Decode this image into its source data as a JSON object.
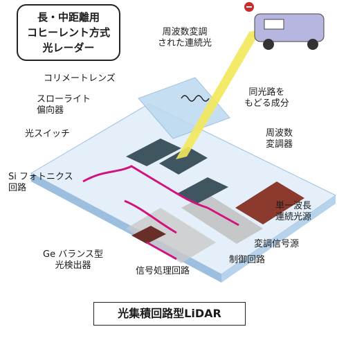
{
  "title": {
    "line1": "長・中距離用",
    "line2": "コヒーレント方式",
    "line3": "光レーダー"
  },
  "caption": "光集積回路型LiDAR",
  "labels": {
    "modulated_continuous_light_1": "周波数変調",
    "modulated_continuous_light_2": "された連続光",
    "returning_component_1": "同光路を",
    "returning_component_2": "もどる成分",
    "collimator_lens": "コリメートレンズ",
    "slow_light_deflector_1": "スローライト",
    "slow_light_deflector_2": "偏向器",
    "optical_switch": "光スイッチ",
    "frequency_modulator_1": "周波数",
    "frequency_modulator_2": "変調器",
    "si_photonics_circuit_1": "Si フォトニクス",
    "si_photonics_circuit_2": "回路",
    "single_wavelength_cw_source_1": "単一波長",
    "single_wavelength_cw_source_2": "連続光源",
    "modulation_signal_source": "変調信号源",
    "control_circuit": "制御回路",
    "ge_balanced_photodetector_1": "Ge バランス型",
    "ge_balanced_photodetector_2": "光検出器",
    "signal_processing_circuit": "信号処理回路"
  },
  "colors": {
    "chip": "#cfe3f4",
    "chip_edge": "#8fb8dc",
    "lens": "#bcd9f0",
    "beam": "#f3e85a",
    "waveguide": "#d0137f",
    "component": "#3f5560",
    "laser": "#8c3a2e",
    "car": "#b6b6e0"
  }
}
